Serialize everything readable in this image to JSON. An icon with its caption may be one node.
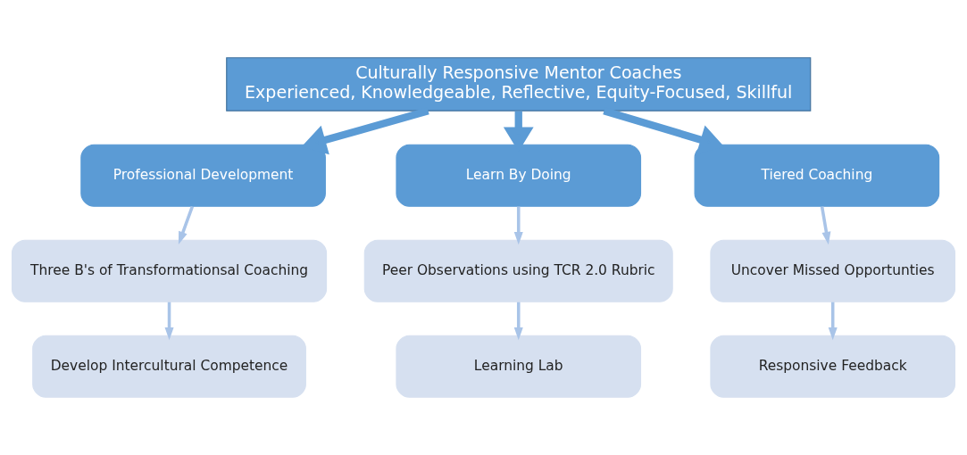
{
  "diagram": {
    "nodes": [
      {
        "text": [
          "Culturally Responsive Mentor Coaches",
          "Experienced, Knowledgeable, Reflective, Equity-Focused, Skillful"
        ]
      },
      {
        "text": [
          "Professional Development"
        ]
      },
      {
        "text": [
          "Learn By Doing"
        ]
      },
      {
        "text": [
          "Tiered Coaching"
        ]
      },
      {
        "text": [
          "Three B's of Transformationsal Coaching"
        ]
      },
      {
        "text": [
          "Develop Intercultural Competence"
        ]
      },
      {
        "text": [
          "Peer Observations using TCR 2.0 Rubric"
        ]
      },
      {
        "text": [
          "Learning Lab"
        ]
      },
      {
        "text": [
          "Uncover Missed Opportunties"
        ]
      },
      {
        "text": [
          "Responsive Feedback"
        ]
      }
    ],
    "edges": [
      {
        "from": 0,
        "to": 1,
        "arrow": "to",
        "style": "thick",
        "color": "#5b9bd5"
      },
      {
        "from": 0,
        "to": 2,
        "arrow": "to",
        "style": "thick",
        "color": "#5b9bd5"
      },
      {
        "from": 0,
        "to": 3,
        "arrow": "to",
        "style": "thick",
        "color": "#5b9bd5"
      },
      {
        "from": 1,
        "to": 4,
        "arrow": "to"
      },
      {
        "from": 4,
        "to": 5,
        "arrow": "to"
      },
      {
        "from": 2,
        "to": 6,
        "arrow": "to"
      },
      {
        "from": 6,
        "to": 7,
        "arrow": "to"
      },
      {
        "from": 3,
        "to": 8,
        "arrow": "to"
      },
      {
        "from": 8,
        "to": 9,
        "arrow": "to"
      }
    ]
  }
}
